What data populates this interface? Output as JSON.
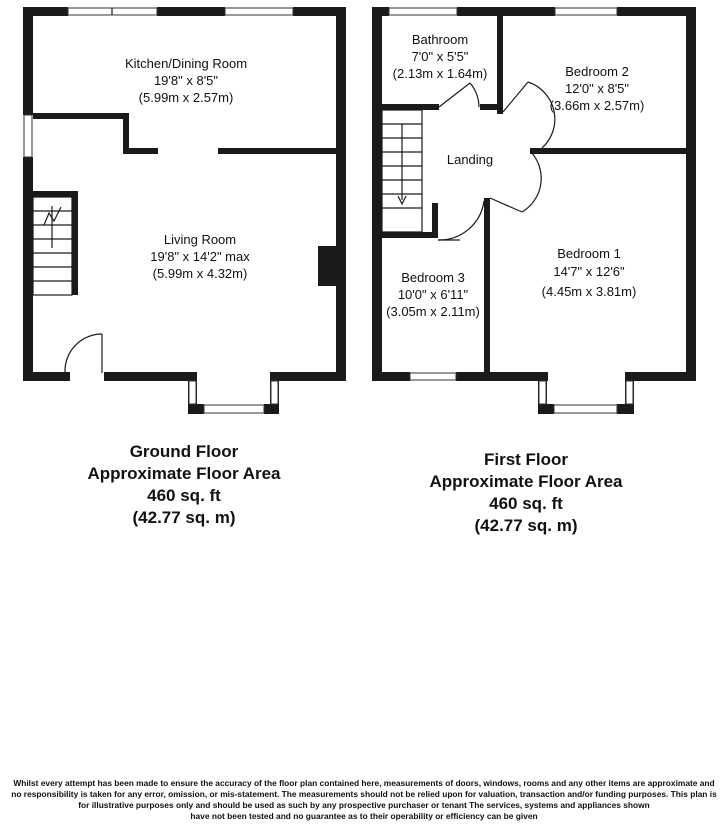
{
  "ground_floor": {
    "rooms": {
      "kitchen": {
        "name": "Kitchen/Dining Room",
        "imperial": "19'8\" x 8'5\"",
        "metric": "(5.99m x 2.57m)"
      },
      "living": {
        "name": "Living Room",
        "imperial": "19'8\" x 14'2\" max",
        "metric": "(5.99m x 4.32m)"
      }
    },
    "area": {
      "title": "Ground Floor",
      "subtitle": "Approximate Floor Area",
      "sqft": "460 sq. ft",
      "sqm": "(42.77 sq. m)"
    }
  },
  "first_floor": {
    "rooms": {
      "bathroom": {
        "name": "Bathroom",
        "imperial": "7'0\" x 5'5\"",
        "metric": "(2.13m x 1.64m)"
      },
      "bedroom2": {
        "name": "Bedroom 2",
        "imperial": "12'0\" x 8'5\"",
        "metric": "(3.66m x 2.57m)"
      },
      "landing": {
        "name": "Landing"
      },
      "bedroom1": {
        "name": "Bedroom 1",
        "imperial": "14'7\" x 12'6\"",
        "metric": "(4.45m x 3.81m)"
      },
      "bedroom3": {
        "name": "Bedroom 3",
        "imperial": "10'0\" x 6'11\"",
        "metric": "(3.05m x 2.11m)"
      }
    },
    "area": {
      "title": "First Floor",
      "subtitle": "Approximate Floor Area",
      "sqft": "460 sq. ft",
      "sqm": "(42.77 sq. m)"
    }
  },
  "disclaimer": {
    "line1": "Whilst every attempt has been made to ensure the accuracy of the floor plan contained here, measurements of doors, windows, rooms and any other items are approximate and",
    "line2": "no responsibility is taken for any error, omission, or mis-statement. The measurements should not be relied upon for valuation, transaction and/or funding purposes. This plan is",
    "line3": "for illustrative purposes only and should be used as such by any prospective purchaser or tenant The services, systems and appliances shown",
    "line4": "have not been tested and no guarantee as to their operability or efficiency can be given"
  }
}
